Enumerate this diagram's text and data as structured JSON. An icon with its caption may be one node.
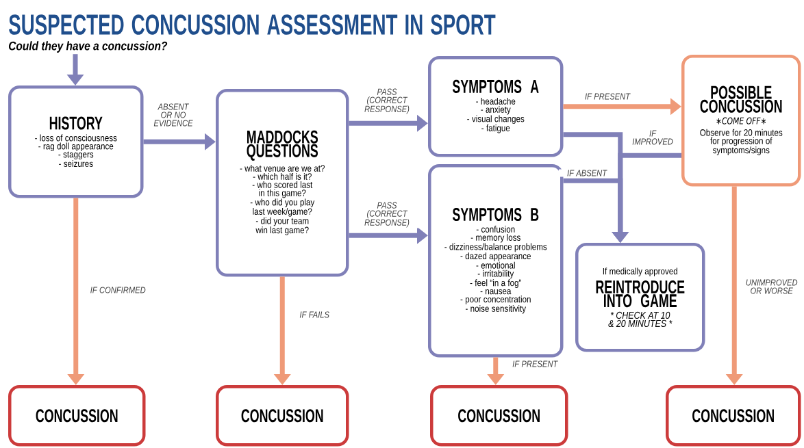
{
  "diagram": {
    "title": "SUSPECTED CONCUSSION ASSESSMENT IN SPORT",
    "nodes": [
      {
        "text": [
          "Could they have a concussion?"
        ]
      },
      {
        "text": [
          "HISTORY",
          "- loss of consciousness",
          "- rag doll appearance",
          "- staggers",
          "- seizures"
        ]
      },
      {
        "text": [
          "MADDOCKS QUESTIONS",
          "- what venue are we at?",
          "- which half is it?",
          "- who scored last in this game?",
          "- who did you play last week/game?",
          "- did your team win last game?"
        ]
      },
      {
        "text": [
          "SYMPTOMS A",
          "- headache",
          "- anxiety",
          "- visual changes",
          "- fatigue"
        ]
      },
      {
        "text": [
          "SYMPTOMS B",
          "- confusion",
          "- memory loss",
          "- dizziness/balance problems",
          "- dazed appearance",
          "- emotional",
          "- irritability",
          "- feel “in a fog”",
          "- nausea",
          "- poor concentration",
          "- noise sensitivity"
        ]
      },
      {
        "text": [
          "POSSIBLE CONCUSSION",
          "∗COME OFF∗",
          "Observe for 20 minutes for progression of symptoms/signs"
        ]
      },
      {
        "text": [
          "If medically approved",
          "REINTRODUCE INTO GAME",
          "* CHECK AT 10 & 20 MINUTES *"
        ]
      },
      {
        "text": [
          "CONCUSSION"
        ]
      },
      {
        "text": [
          "CONCUSSION"
        ]
      },
      {
        "text": [
          "CONCUSSION"
        ]
      },
      {
        "text": [
          "CONCUSSION"
        ]
      }
    ],
    "edges": [
      {
        "from": 0,
        "to": 1,
        "arrow": "to",
        "color": "#8080b8"
      },
      {
        "from": 1,
        "to": 2,
        "arrow": "to",
        "label": "ABSENT OR NO EVIDENCE",
        "color": "#8080b8"
      },
      {
        "from": 2,
        "to": 3,
        "arrow": "to",
        "label": "PASS (CORRECT RESPONSE)",
        "color": "#8080b8"
      },
      {
        "from": 2,
        "to": 4,
        "arrow": "to",
        "label": "PASS (CORRECT RESPONSE)",
        "color": "#8080b8"
      },
      {
        "from": 3,
        "to": 5,
        "arrow": "to",
        "label": "IF PRESENT",
        "color": "#ef9a78"
      },
      {
        "from": 1,
        "to": 7,
        "arrow": "to",
        "label": "IF CONFIRMED",
        "color": "#ef9a78"
      },
      {
        "from": 2,
        "to": 8,
        "arrow": "to",
        "label": "IF FAILS",
        "color": "#ef9a78"
      },
      {
        "from": 4,
        "to": 9,
        "arrow": "to",
        "label": "IF PRESENT",
        "color": "#ef9a78"
      },
      {
        "from": 5,
        "to": 10,
        "arrow": "to",
        "label": "UNIMPROVED OR WORSE",
        "color": "#ef9a78"
      },
      {
        "from": 3,
        "to": 6,
        "arrow": "to",
        "color": "#8080b8"
      },
      {
        "from": 4,
        "to": 6,
        "arrow": "to",
        "label": "IF ABSENT",
        "color": "#8080b8"
      },
      {
        "from": 5,
        "to": 6,
        "arrow": "to",
        "label": "IF IMPROVED",
        "color": "#8080b8"
      }
    ]
  }
}
